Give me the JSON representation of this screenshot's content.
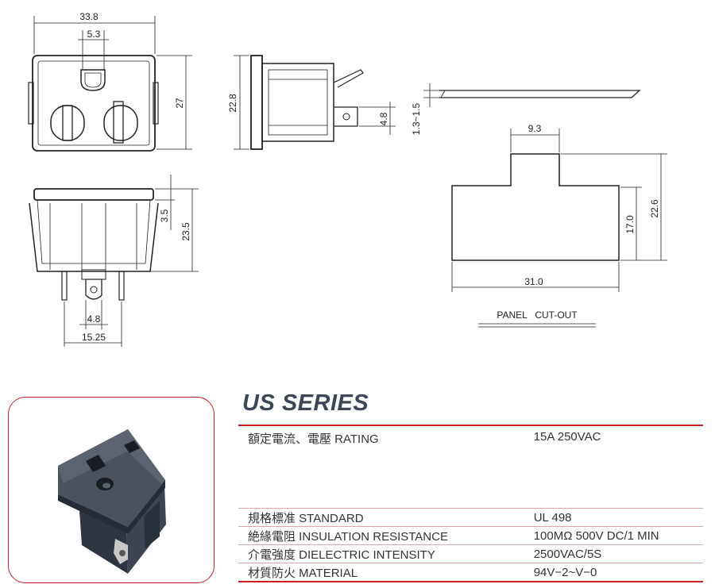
{
  "drawing": {
    "top_view": {
      "width": "33.8",
      "pin_spacing": "5.3",
      "height": "27"
    },
    "front_view": {
      "ledge": "3.5",
      "height": "23.5",
      "tab_width": "4.8",
      "pin_span": "15.25"
    },
    "side_view": {
      "height": "22.8",
      "tab": "4.8"
    },
    "panel": {
      "thickness": "1.3~1.5"
    },
    "cutout": {
      "notch_width": "9.3",
      "body_height": "17.0",
      "total_height": "22.6",
      "width": "31.0",
      "caption": "PANEL   CUT-OUT"
    }
  },
  "product": {
    "series_title": "US SERIES",
    "specs": [
      {
        "label": "額定電流、電壓 RATING",
        "value": "15A 250VAC"
      },
      {
        "label": "規格標准 STANDARD",
        "value": "UL 498"
      },
      {
        "label": "絶緣電阻 INSULATION RESISTANCE",
        "value": "100MΩ 500V DC/1 MIN"
      },
      {
        "label": "介電強度 DIELECTRIC INTENSITY",
        "value": "2500VAC/5S"
      },
      {
        "label": "材質防火 MATERIAL",
        "value": "94V−2~V−0"
      }
    ]
  },
  "colors": {
    "accent": "#c8202a",
    "title": "#3b4656",
    "line": "#222222"
  }
}
